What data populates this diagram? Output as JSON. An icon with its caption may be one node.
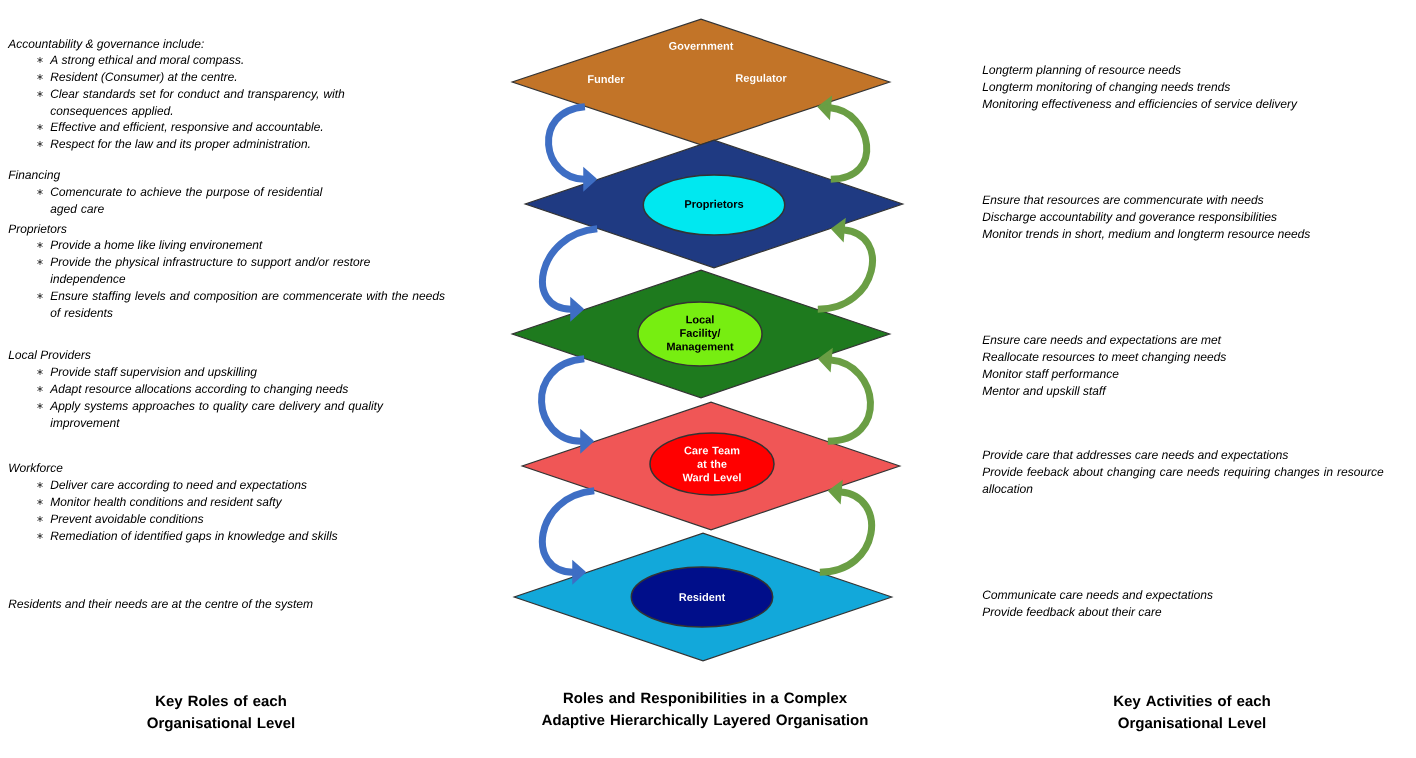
{
  "diagram": {
    "title": "Roles and Responibilities in a Complex Adaptive Hierarchically Layered Organisation",
    "nodes": [
      {
        "text": [
          "Government",
          "Funder",
          "Regulator"
        ]
      },
      {
        "text": [],
        "shape": "diamond"
      },
      {
        "text": [
          "Proprietors"
        ],
        "in": 1
      },
      {
        "text": [],
        "shape": "diamond"
      },
      {
        "text": [
          "Local Facility/ Management"
        ],
        "in": 3
      },
      {
        "text": [],
        "shape": "diamond"
      },
      {
        "text": [
          "Care Team at the Ward Level"
        ],
        "in": 5
      },
      {
        "text": [],
        "shape": "diamond"
      },
      {
        "text": [
          "Resident"
        ],
        "in": 7
      }
    ],
    "edges": [
      {
        "from": 0,
        "to": 1,
        "arrow": "to",
        "color": "#3e6ec4"
      },
      {
        "from": 1,
        "to": 3,
        "arrow": "to",
        "color": "#3e6ec4"
      },
      {
        "from": 3,
        "to": 5,
        "arrow": "to",
        "color": "#3e6ec4"
      },
      {
        "from": 5,
        "to": 7,
        "arrow": "to",
        "color": "#3e6ec4"
      },
      {
        "from": 1,
        "to": 0,
        "arrow": "to",
        "color": "#6a9e44"
      },
      {
        "from": 3,
        "to": 1,
        "arrow": "to",
        "color": "#6a9e44"
      },
      {
        "from": 5,
        "to": 3,
        "arrow": "to",
        "color": "#6a9e44"
      },
      {
        "from": 7,
        "to": 5,
        "arrow": "to",
        "color": "#6a9e44"
      }
    ],
    "labels": [
      "Accountability & governance include:",
      "A strong ethical and moral compass.",
      "Resident (Consumer) at the centre.",
      "Clear standards set for conduct and transparency, with consequences applied.",
      "Effective and efficient, responsive and accountable.",
      "Respect for the law and its proper administration.",
      "Financing",
      "Comencurate to achieve the purpose of residential aged care",
      "Proprietors",
      "Provide a home like living environement",
      "Provide the physical infrastructure to support and/or restore independence",
      "Ensure staffing levels and composition are commencerate with the needs of residents",
      "Local Providers",
      "Provide staff supervision and upskilling",
      "Adapt resource allocations according to changing needs",
      "Apply systems approaches to quality care delivery and quality improvement",
      "Workforce",
      "Deliver care according to need and expectations",
      "Monitor health conditions and resident safty",
      "Prevent avoidable conditions",
      "Remediation of identified gaps in knowledge and skills",
      "Residents and their needs are at the centre of the system",
      "Longterm planning of resource needs",
      "Longterm monitoring of changing needs trends",
      "Monitoring effectiveness and efficiencies of service delivery",
      "Ensure that resources are commencurate with needs",
      "Discharge accountability and goverance responsibilities",
      "Monitor trends in short, medium and longterm resource needs",
      "Ensure care needs and expectations are met",
      "Reallocate resources to meet changing needs",
      "Monitor staff performance",
      "Mentor and upskill staff",
      "Provide care that addresses care needs and expectations",
      "Provide feeback about changing care needs requiring changes in resource allocation",
      "Communicate care needs and expectations",
      "Provide feedback about their care",
      "Key Roles of each Organisational Level",
      "Key Activities of each Organisational Level"
    ]
  }
}
